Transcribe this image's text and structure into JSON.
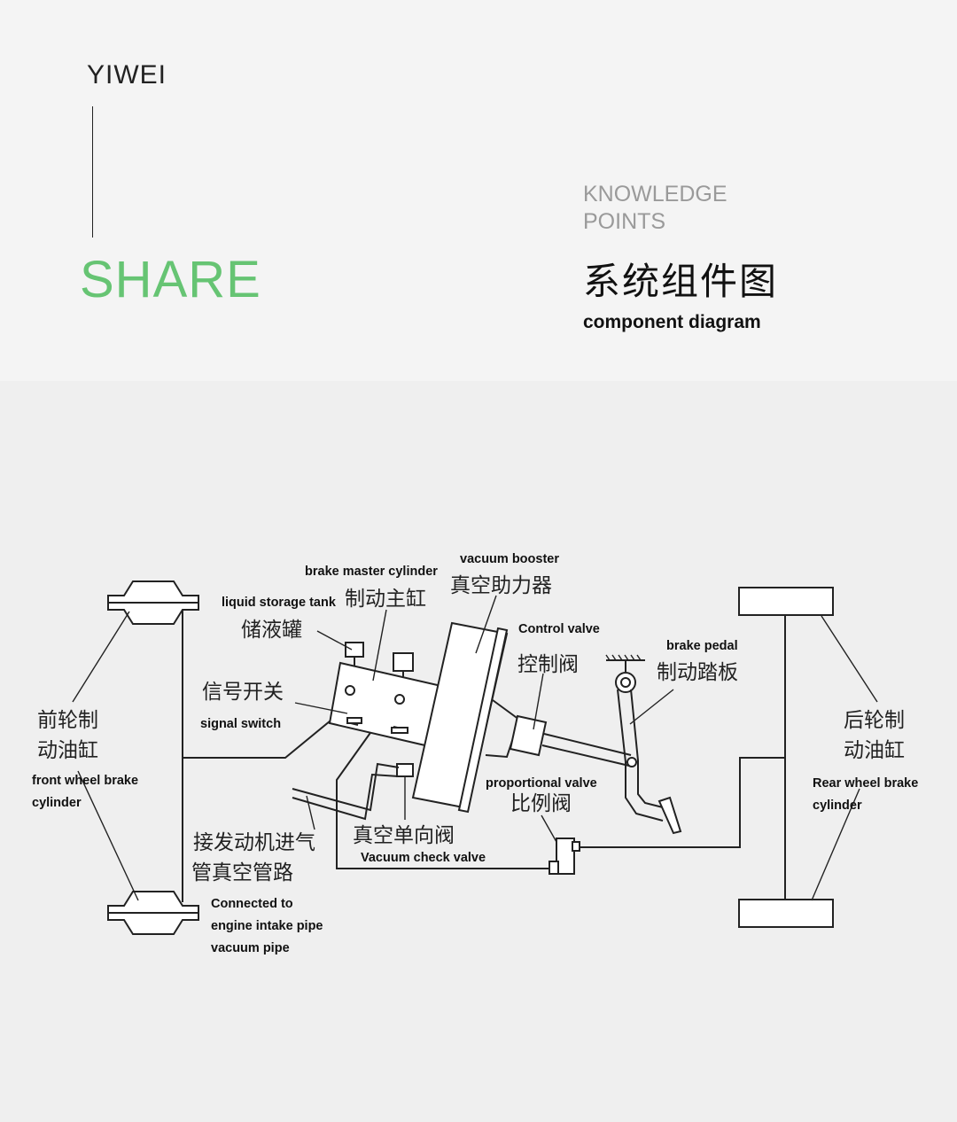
{
  "header": {
    "brand": "YIWEI",
    "share": "SHARE",
    "knowledge_line1": "KNOWLEDGE",
    "knowledge_line2": "POINTS",
    "title_cn": "系统组件图",
    "title_en": "component diagram"
  },
  "diagram": {
    "labels": {
      "brake_master_cylinder_en": "brake master cylinder",
      "brake_master_cylinder_cn": "制动主缸",
      "vacuum_booster_en": "vacuum booster",
      "vacuum_booster_cn": "真空助力器",
      "liquid_storage_tank_en": "liquid storage tank",
      "liquid_storage_tank_cn": "储液罐",
      "control_valve_en": "Control valve",
      "control_valve_cn": "控制阀",
      "brake_pedal_en": "brake pedal",
      "brake_pedal_cn": "制动踏板",
      "signal_switch_cn": "信号开关",
      "signal_switch_en": "signal switch",
      "front_wheel_cn_1": "前轮制",
      "front_wheel_cn_2": "动油缸",
      "front_wheel_en_1": "front wheel brake",
      "front_wheel_en_2": "cylinder",
      "rear_wheel_cn_1": "后轮制",
      "rear_wheel_cn_2": "动油缸",
      "rear_wheel_en_1": "Rear wheel brake",
      "rear_wheel_en_2": "cylinder",
      "proportional_valve_en": "proportional valve",
      "proportional_valve_cn": "比例阀",
      "vacuum_check_valve_cn": "真空单向阀",
      "vacuum_check_valve_en": "Vacuum check valve",
      "engine_intake_cn_1": "接发动机进气",
      "engine_intake_cn_2": "管真空管路",
      "engine_intake_en_1": "Connected to",
      "engine_intake_en_2": "engine intake pipe",
      "engine_intake_en_3": "vacuum pipe"
    }
  }
}
